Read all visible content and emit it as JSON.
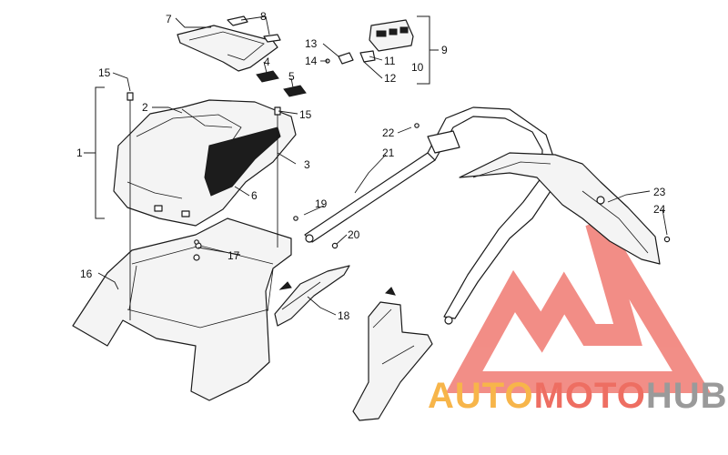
{
  "callouts": {
    "c1": "1",
    "c2": "2",
    "c3": "3",
    "c4": "4",
    "c5": "5",
    "c6": "6",
    "c7": "7",
    "c8": "8",
    "c9": "9",
    "c10": "10",
    "c11": "11",
    "c12": "12",
    "c13": "13",
    "c14": "14",
    "c15a": "15",
    "c15b": "15",
    "c16": "16",
    "c17": "17",
    "c18": "18",
    "c19": "19",
    "c20": "20",
    "c21": "21",
    "c22": "22",
    "c23": "23",
    "c24": "24"
  },
  "watermark": {
    "auto": "AUTO",
    "moto": "MOTO",
    "hub": "HUB",
    "colors": {
      "auto": "#f7b54a",
      "moto": "#ee6e62",
      "hub": "#9a9a9a",
      "logo": "#f07a72"
    }
  }
}
